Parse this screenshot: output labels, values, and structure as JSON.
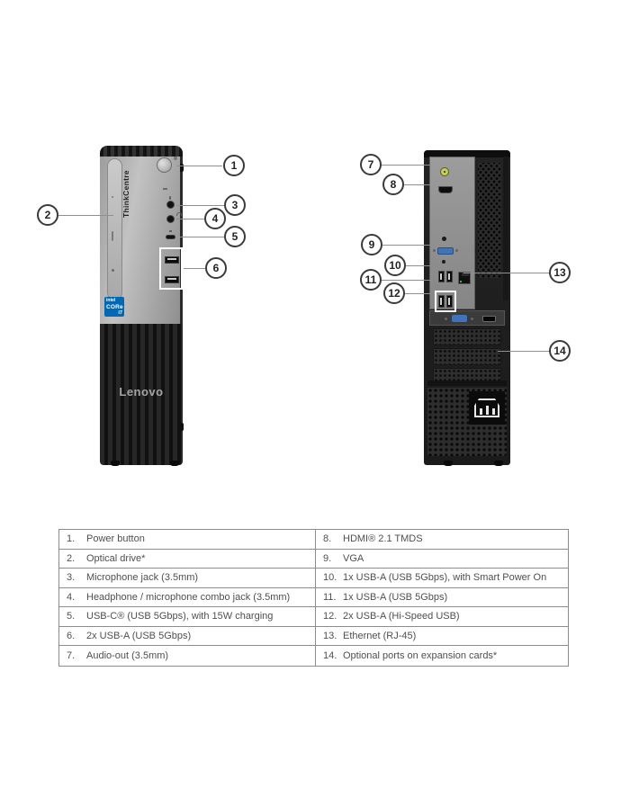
{
  "front_view": {
    "brand": "ThinkCentre",
    "logo": "Lenovo",
    "cpu_badge": {
      "brand": "intel",
      "series": "CORe",
      "model": "i7"
    }
  },
  "callouts": [
    {
      "num": "1"
    },
    {
      "num": "2"
    },
    {
      "num": "3"
    },
    {
      "num": "4"
    },
    {
      "num": "5"
    },
    {
      "num": "6"
    },
    {
      "num": "7"
    },
    {
      "num": "8"
    },
    {
      "num": "9"
    },
    {
      "num": "10"
    },
    {
      "num": "11"
    },
    {
      "num": "12"
    },
    {
      "num": "13"
    },
    {
      "num": "14"
    }
  ],
  "table": {
    "left": [
      {
        "num": "1.",
        "label": "Power button"
      },
      {
        "num": "2.",
        "label": "Optical drive*"
      },
      {
        "num": "3.",
        "label": "Microphone jack (3.5mm)"
      },
      {
        "num": "4.",
        "label": "Headphone / microphone combo jack (3.5mm)"
      },
      {
        "num": "5.",
        "label": "USB-C® (USB 5Gbps), with 15W charging"
      },
      {
        "num": "6.",
        "label": "2x USB-A (USB 5Gbps)"
      },
      {
        "num": "7.",
        "label": "Audio-out (3.5mm)"
      }
    ],
    "right": [
      {
        "num": "8.",
        "label": "HDMI® 2.1 TMDS"
      },
      {
        "num": "9.",
        "label": "VGA"
      },
      {
        "num": "10.",
        "label": "1x USB-A (USB 5Gbps), with Smart Power On"
      },
      {
        "num": "11.",
        "label": "1x USB-A (USB 5Gbps)"
      },
      {
        "num": "12.",
        "label": "2x USB-A (Hi-Speed USB)"
      },
      {
        "num": "13.",
        "label": "Ethernet (RJ-45)"
      },
      {
        "num": "14.",
        "label": "Optional ports on expansion cards*"
      }
    ]
  },
  "colors": {
    "accent_blue": "#0068b5",
    "vga_blue": "#3f74b8",
    "audio_green": "#c6cf52",
    "callout_border": "#3a3a3a",
    "table_border": "#8c8c8c",
    "table_text": "#4f4f4f"
  }
}
